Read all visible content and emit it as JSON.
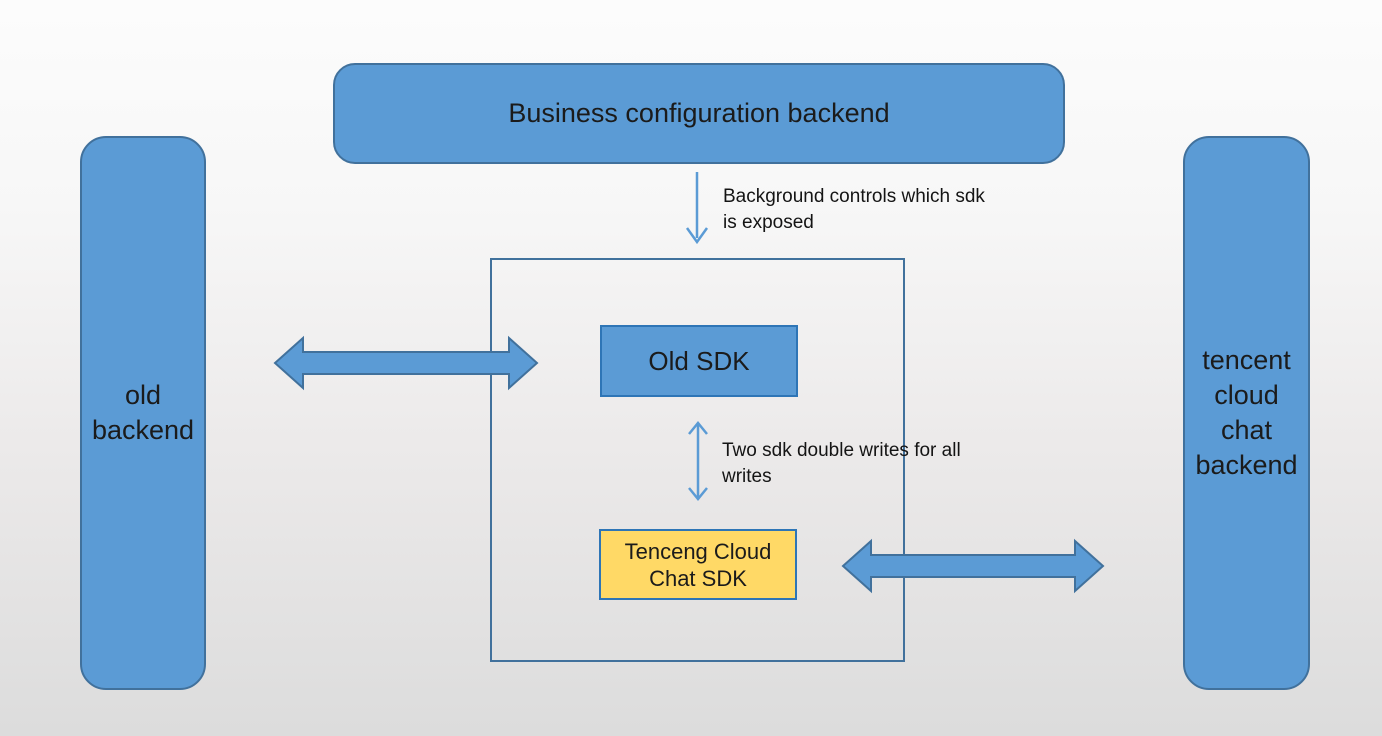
{
  "diagram": {
    "title_node": {
      "label": "Business configuration backend"
    },
    "nodes": {
      "old_backend": {
        "label": "old\nbackend"
      },
      "tencent_cloud_chat_backend": {
        "label": "tencent\ncloud\nchat\nbackend"
      },
      "old_sdk": {
        "label": "Old SDK"
      },
      "tenceng_cloud_chat_sdk": {
        "label": "Tenceng Cloud\nChat SDK"
      }
    },
    "annotations": {
      "sdk_exposure": "Background controls which sdk\nis exposed",
      "double_writes": "Two sdk double writes for all\nwrites"
    },
    "colors": {
      "node_fill": "#5b9bd5",
      "node_border": "#41719c",
      "sdk_box_border": "#2e75b6",
      "highlight_fill": "#ffd966",
      "thin_arrow": "#5b9bd5",
      "background_top": "#fcfcfc",
      "background_bottom": "#dcdcdc",
      "text": "#1b1b1b"
    },
    "icons": {
      "down_arrow": "arrow pointing down from Business configuration backend to SDK container",
      "vertical_double_arrow": "double-headed arrow between Old SDK and Tenceng Cloud Chat SDK",
      "left_double_arrow": "double-headed arrow between old backend and SDK container",
      "right_double_arrow": "double-headed arrow between SDK container and tencent cloud chat backend"
    }
  }
}
